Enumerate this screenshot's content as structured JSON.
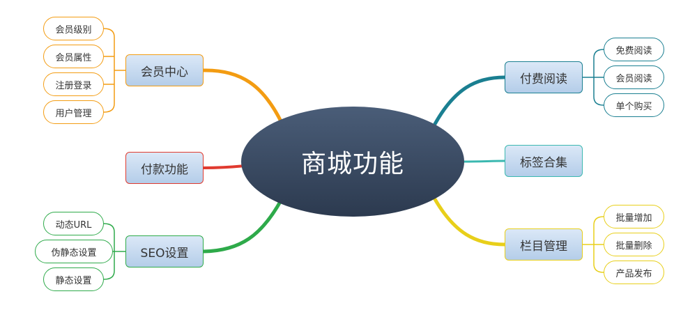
{
  "center": {
    "label": "商城功能"
  },
  "branches": {
    "member": {
      "label": "会员中心",
      "color": "#f39c12",
      "children": [
        "会员级别",
        "会员属性",
        "注册登录",
        "用户管理"
      ]
    },
    "payment": {
      "label": "付款功能",
      "color": "#e03a2f",
      "children": []
    },
    "seo": {
      "label": "SEO设置",
      "color": "#2eaa4a",
      "children": [
        "动态URL",
        "伪静态设置",
        "静态设置"
      ]
    },
    "paid_reading": {
      "label": "付费阅读",
      "color": "#1a7f91",
      "children": [
        "免费阅读",
        "会员阅读",
        "单个购买"
      ]
    },
    "tags": {
      "label": "标签合集",
      "color": "#3bb8b0",
      "children": []
    },
    "column": {
      "label": "栏目管理",
      "color": "#e8cf1a",
      "children": [
        "批量增加",
        "批量删除",
        "产品发布"
      ]
    }
  },
  "colors": {
    "center_fill_top": "#4a5d78",
    "center_fill_bottom": "#2c3a4f",
    "topic_fill_top": "#dbe8f7",
    "topic_fill_bottom": "#b4cde9"
  }
}
